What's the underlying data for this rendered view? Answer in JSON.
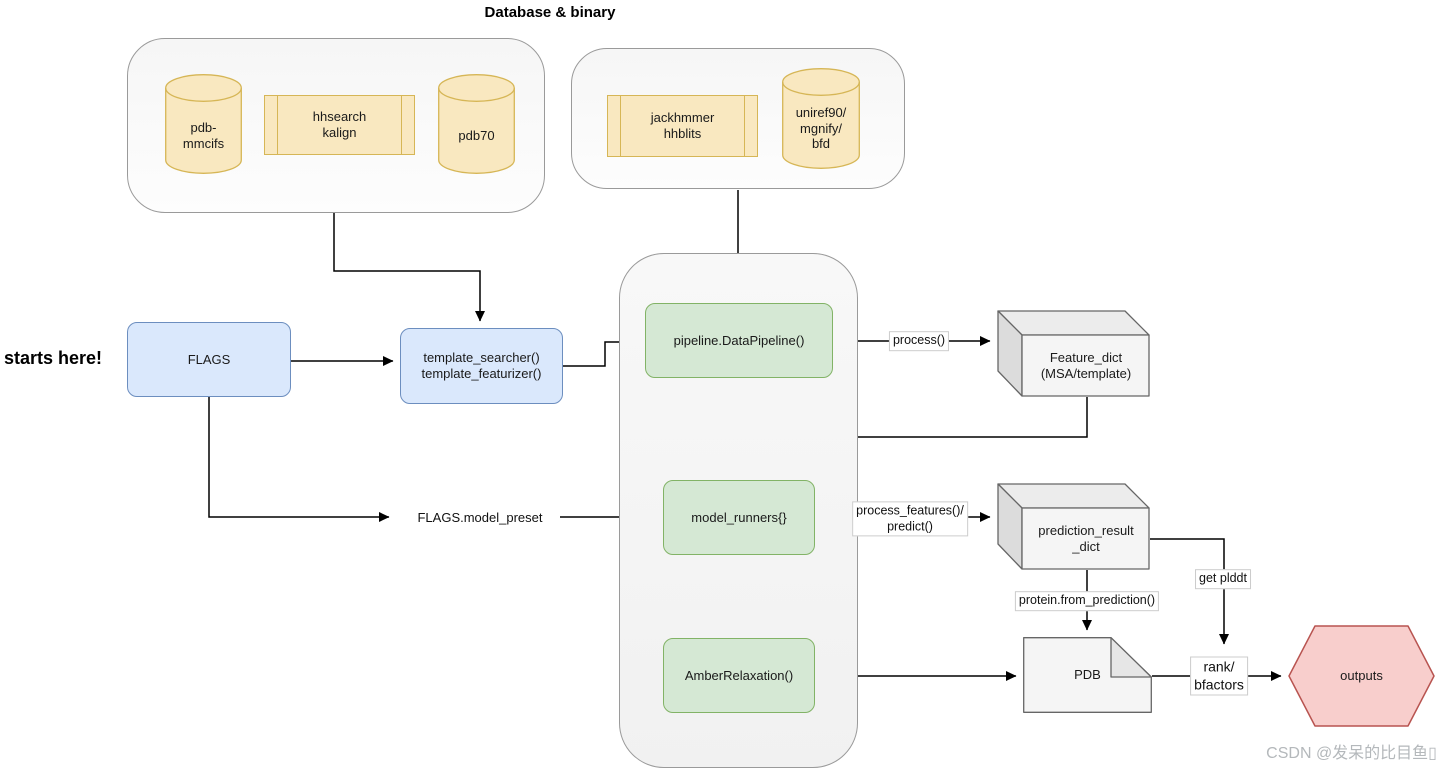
{
  "title": "Database & binary",
  "annotations": {
    "starts_here": "starts here!",
    "watermark": "CSDN @发呆的比目鱼▯"
  },
  "nodes": {
    "pdb_mmcifs": {
      "label": "pdb-\nmmcifs",
      "shape": "database-cylinder"
    },
    "hhsearch_kalign": {
      "label": "hhsearch\nkalign",
      "shape": "process"
    },
    "pdb70": {
      "label": "pdb70",
      "shape": "database-cylinder"
    },
    "jackhmmer_hhblits": {
      "label": "jackhmmer\nhhblits",
      "shape": "process"
    },
    "uniref90_mgnify_bfd": {
      "label": "uniref90/\nmgnify/\nbfd",
      "shape": "database-cylinder"
    },
    "flags": {
      "label": "FLAGS",
      "shape": "rounded-rect"
    },
    "template_searcher": {
      "label": "template_searcher()\ntemplate_featurizer()",
      "shape": "rounded-rect"
    },
    "pipeline_datapipeline": {
      "label": "pipeline.DataPipeline()",
      "shape": "rounded-rect"
    },
    "model_runners": {
      "label": "model_runners{}",
      "shape": "rounded-rect"
    },
    "amber_relaxation": {
      "label": "AmberRelaxation()",
      "shape": "rounded-rect"
    },
    "feature_dict": {
      "label": "Feature_dict\n(MSA/template)",
      "shape": "cube"
    },
    "prediction_result_dict": {
      "label": "prediction_result\n_dict",
      "shape": "cube"
    },
    "pdb": {
      "label": "PDB",
      "shape": "note"
    },
    "rank_bfactors": {
      "label": "rank/\nbfactors",
      "shape": "text-box"
    },
    "outputs": {
      "label": "outputs",
      "shape": "hexagon"
    }
  },
  "edge_labels": {
    "process": "process()",
    "model_preset": "FLAGS.model_preset",
    "process_features_predict": "process_features()/\npredict()",
    "protein_from_prediction": "protein.from_prediction()",
    "get_plddt": "get plddt"
  },
  "colors": {
    "yellow_fill": "#f9e8c0",
    "yellow_stroke": "#d6b656",
    "blue_fill": "#dae8fc",
    "blue_stroke": "#6c8ebf",
    "green_fill": "#d5e8d4",
    "green_stroke": "#82b366",
    "pink_fill": "#f8cecc",
    "pink_stroke": "#b85450",
    "gray_front": "#f5f5f5",
    "gray_top": "#ececec",
    "gray_side": "#dcdcdc",
    "gray_stroke": "#666666",
    "container_stroke": "#9a9a9a",
    "edge_color": "#000000"
  }
}
